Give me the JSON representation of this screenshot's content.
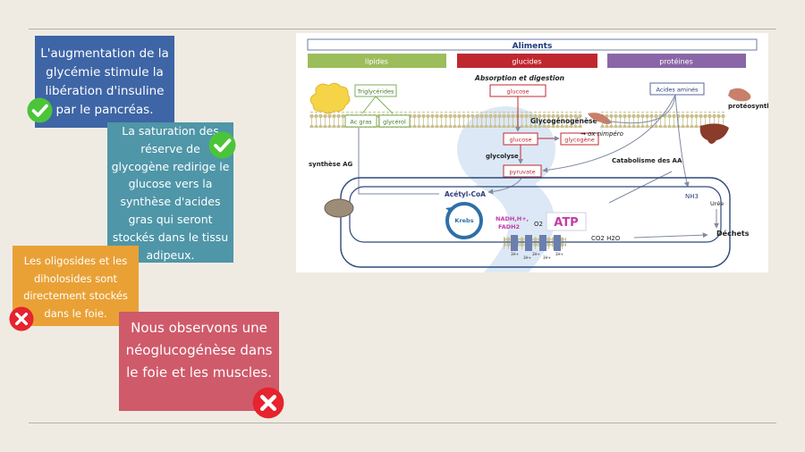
{
  "colors": {
    "background": "#efebe3",
    "card_blue": "#3e65a6",
    "card_teal": "#4f96a8",
    "card_orange": "#e9a136",
    "card_red": "#cf5a6a",
    "check_green": "#4bc43a",
    "cross_red": "#e6232e"
  },
  "cards": [
    {
      "text": "L'augmentation de la glycémie stimule la libération d'insuline par le pancréas.",
      "status": "check"
    },
    {
      "text": "La saturation des réserve de glycogène redirige le glucose vers la synthèse d'acides gras qui seront stockés dans le tissu adipeux.",
      "status": "check"
    },
    {
      "text": "Les oligosides et les diholosides sont directement stockés dans le foie.",
      "status": "cross"
    },
    {
      "text": "Nous observons une néoglucogénèse dans le foie et les muscles.",
      "status": "cross"
    }
  ],
  "diagram": {
    "title": "Aliments",
    "categories": [
      "lipides",
      "glucides",
      "protéines"
    ],
    "absorption_label": "Absorption et digestion",
    "triglycerides": "Triglycérides",
    "glucose_top": "glucose",
    "acides_amines": "Acides aminés",
    "ac_gras": "Ac gras",
    "glycerol": "glycérol",
    "glycogenogenese": "Glycogénogénèse",
    "proteosynthese": "protéosynthèse",
    "glucose_mid": "glucose",
    "glycogene": "glycogène",
    "handwritten_note": "→ ox nimpéro",
    "glycolyse": "glycolyse",
    "catabolisme": "Catabolisme des AA",
    "synthese_ag": "synthèse AG",
    "pyruvate": "pyruvate",
    "acetyl_coa": "Acétyl-CoA",
    "nh3": "NH3",
    "krebs": "Krebs",
    "nadh": "NADH,H+,",
    "fadh2": "FADH2",
    "o2": "O2",
    "atp": "ATP",
    "uree": "Urée",
    "co2_h2o": "CO2  H2O",
    "dechets": "Déchets",
    "membrane_labels": [
      "3H+",
      "3H+",
      "3H+",
      "3H+",
      "3H+"
    ]
  }
}
